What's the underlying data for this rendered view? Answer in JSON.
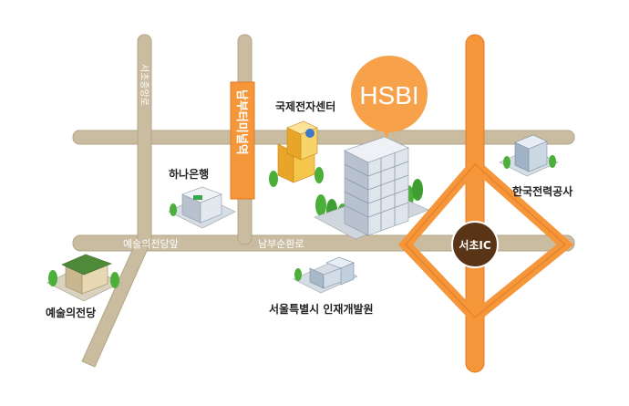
{
  "colors": {
    "road": "#c9bca0",
    "road_edge": "#b3a585",
    "highway": "#f6963a",
    "highway_edge": "#e27a20",
    "hsbi": "#f7a24a",
    "ic": "#5a3416",
    "label_text": "#222222"
  },
  "destination": {
    "label": "HSBI"
  },
  "stations": {
    "nambu_terminal": "남부터미널역"
  },
  "interchange": {
    "label": "서초IC"
  },
  "roads": {
    "seochojungang": "서초중앙로",
    "yesul": "예술의전당앞",
    "nambusunhwan": "남부순환로"
  },
  "landmarks": {
    "international_electronics": "국제전자센터",
    "hana_bank": "하나은행",
    "kepco": "한국전력공사",
    "arts_center": "예술의전당",
    "hrd_institute": "서울특별시 인재개발원"
  }
}
